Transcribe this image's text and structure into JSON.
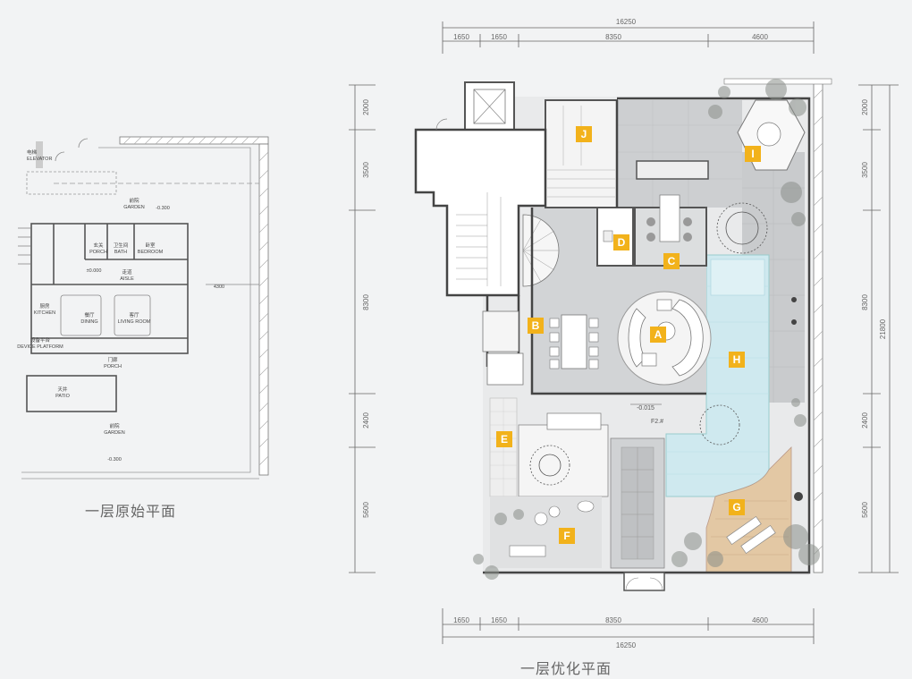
{
  "captions": {
    "original": "一层原始平面",
    "optimized": "一层优化平面"
  },
  "dims_top": {
    "total": "16250",
    "segments": [
      "1650",
      "1650",
      "8350",
      "4600"
    ]
  },
  "dims_bottom": {
    "total": "16250",
    "segments": [
      "1650",
      "1650",
      "8350",
      "4600"
    ]
  },
  "dims_left": {
    "segments": [
      "2000",
      "3500",
      "8300",
      "2400",
      "5600"
    ]
  },
  "dims_right": {
    "total": "21800",
    "segments": [
      "2000",
      "3500",
      "8300",
      "2400",
      "5600"
    ]
  },
  "room_tags": [
    "A",
    "B",
    "C",
    "D",
    "E",
    "F",
    "G",
    "H",
    "I",
    "J"
  ],
  "level_marks": {
    "main": "-0.015",
    "f2": "F2.#"
  },
  "original_plan": {
    "labels": {
      "garden_top_cn": "前院",
      "garden_top_en": "GARDEN",
      "garden_top_level": "-0.300",
      "elevator_cn": "电梯",
      "elevator_en": "ELEVATOR",
      "porch_cn": "玄关",
      "porch_en": "PORCH",
      "bath_cn": "卫生间",
      "bath_en": "BATH",
      "bedroom_cn": "卧室",
      "bedroom_en": "BEDROOM",
      "aisle_cn": "走道",
      "aisle_en": "AISLE",
      "level_zero": "±0.000",
      "kitchen_cn": "厨房",
      "kitchen_en": "KITCHEN",
      "dining_cn": "餐厅",
      "dining_en": "DINING",
      "living_cn": "客厅",
      "living_en": "LIVING ROOM",
      "device_cn": "设备平台",
      "device_en": "DEVICE PLATFORM",
      "porch2_cn": "门廊",
      "porch2_en": "PORCH",
      "patio_cn": "天井",
      "patio_en": "PATIO",
      "garden_bottom_cn": "前院",
      "garden_bottom_en": "GARDEN",
      "garden_bottom_level": "-0.300",
      "dim_4300": "4300"
    }
  },
  "colors": {
    "tag": "#f2b21b",
    "water": "#cfe9ef",
    "floor": "#cfd1d3",
    "paving": "#d8d9da",
    "deck": "#e3c8a4",
    "wall": "#555555"
  }
}
